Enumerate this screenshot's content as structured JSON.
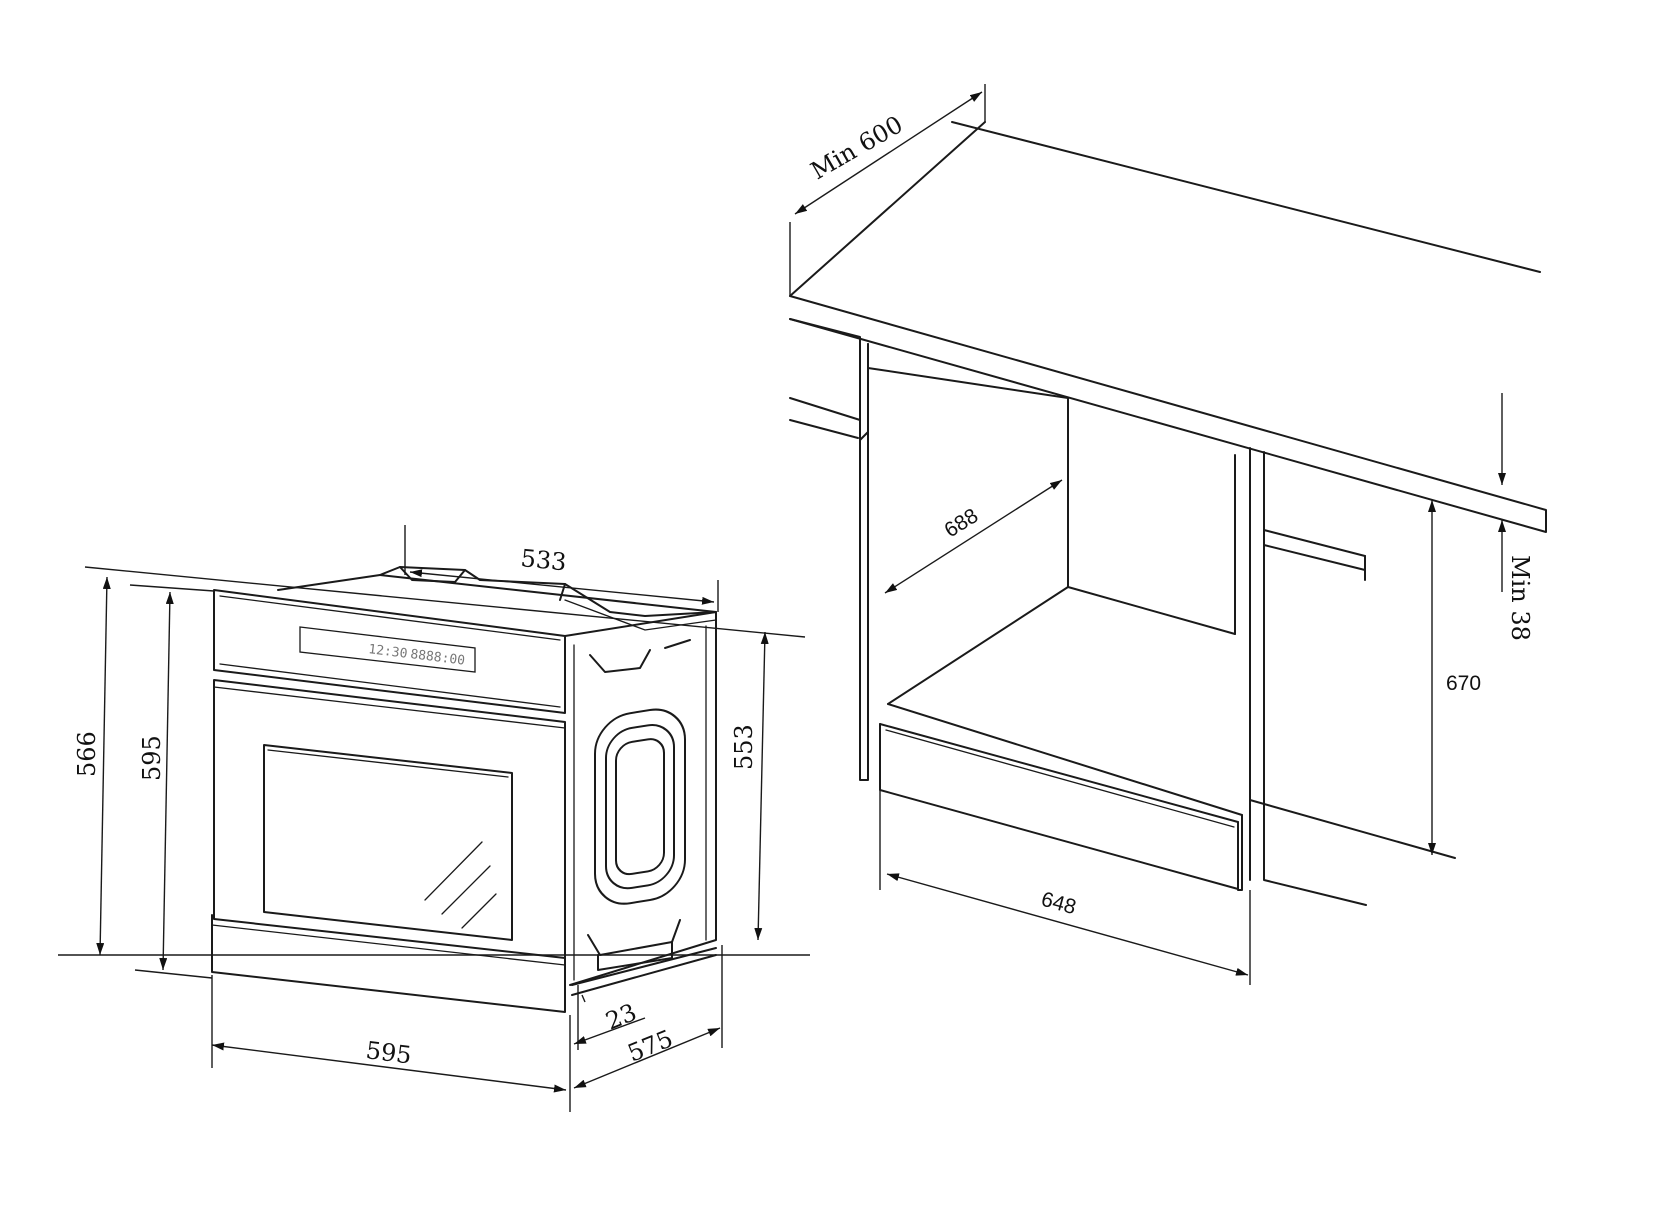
{
  "oven": {
    "display": {
      "left": "12:30",
      "right": "8888:00"
    },
    "dims": {
      "top_depth": "533",
      "left_height": "566",
      "front_height": "595",
      "side_height": "553",
      "bottom_width": "595",
      "bottom_depth": "575",
      "door_thickness": "23"
    }
  },
  "cabinet": {
    "dims": {
      "countertop_depth": "Min 600",
      "countertop_thickness": "Min 38",
      "niche_depth": "688",
      "niche_height": "670",
      "niche_width": "648"
    }
  }
}
